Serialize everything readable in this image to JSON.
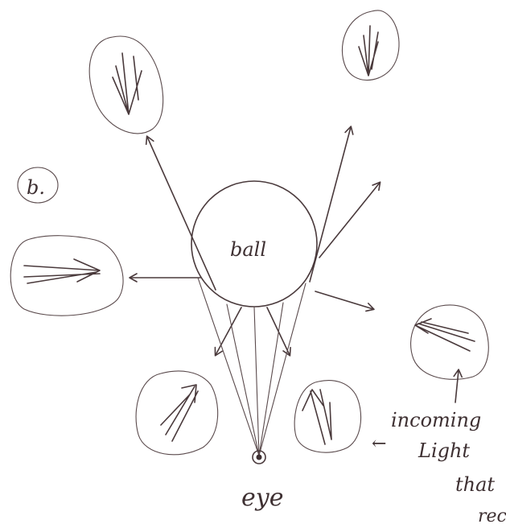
{
  "labels": {
    "figure_label": "b.",
    "ball": "ball",
    "eye": "eye",
    "incoming_line1": "incoming",
    "incoming_line2": "Light",
    "incoming_line3": "that",
    "incoming_line4": "rec",
    "incoming_arrow": "←"
  },
  "colors": {
    "ink": "#4a3a3c",
    "paper": "#ffffff"
  }
}
